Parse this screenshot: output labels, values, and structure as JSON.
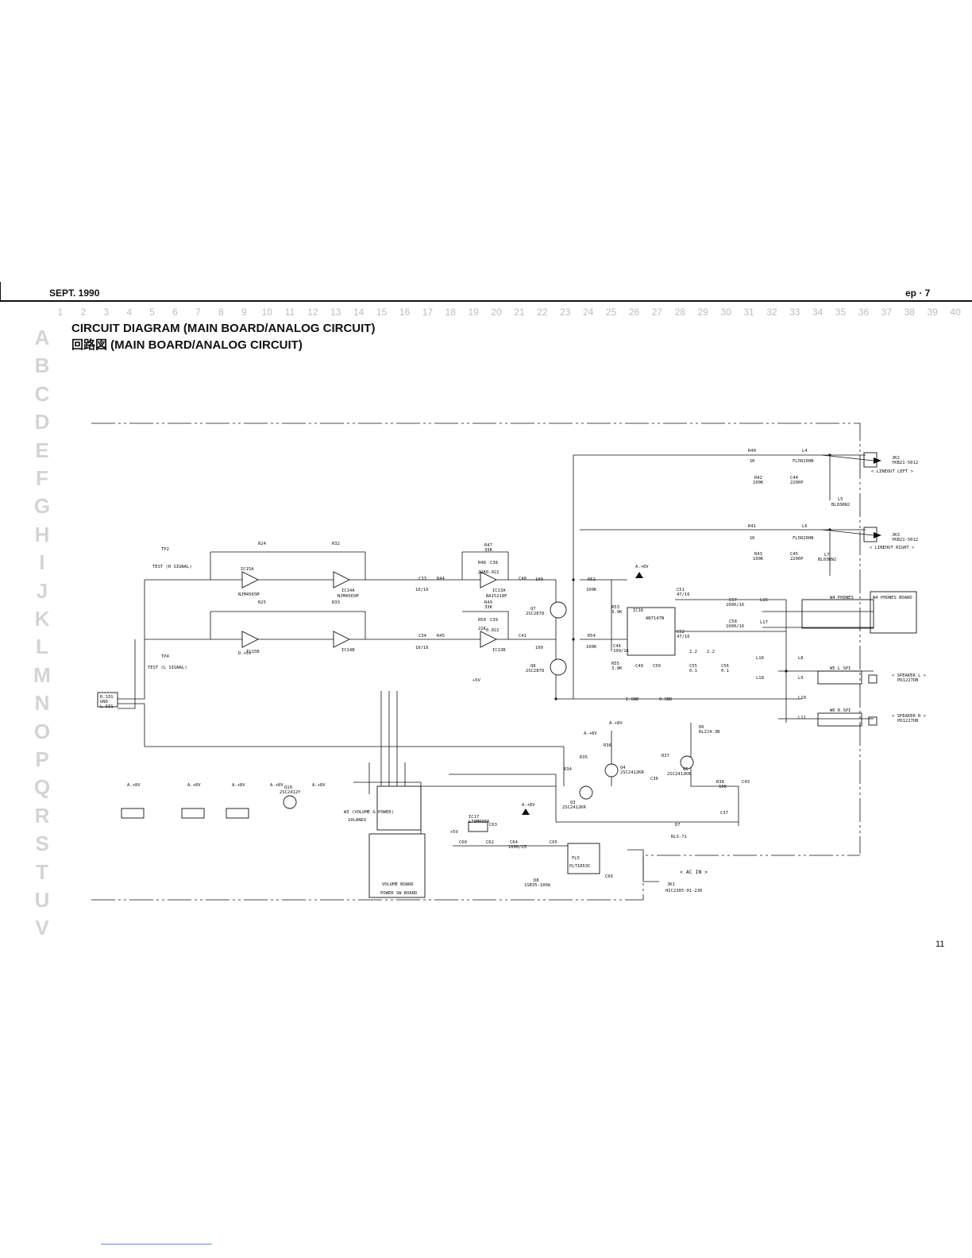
{
  "header": {
    "date": "SEPT. 1990",
    "page": "ep · 7"
  },
  "grid": {
    "columns": [
      "1",
      "2",
      "3",
      "4",
      "5",
      "6",
      "7",
      "8",
      "9",
      "10",
      "11",
      "12",
      "13",
      "14",
      "15",
      "16",
      "17",
      "18",
      "19",
      "20",
      "21",
      "22",
      "23",
      "24",
      "25",
      "26",
      "27",
      "28",
      "29",
      "30",
      "31",
      "32",
      "33",
      "34",
      "35",
      "36",
      "37",
      "38",
      "39",
      "40"
    ],
    "rows": [
      "A",
      "B",
      "C",
      "D",
      "E",
      "F",
      "G",
      "H",
      "I",
      "J",
      "K",
      "L",
      "M",
      "N",
      "O",
      "P",
      "Q",
      "R",
      "S",
      "T",
      "U",
      "V"
    ]
  },
  "title": {
    "line1": "CIRCUIT DIAGRAM (MAIN BOARD/ANALOG CIRCUIT)",
    "line2": "回路図 (MAIN BOARD/ANALOG CIRCUIT)"
  },
  "page_number": "11",
  "components": {
    "ic15a": "IC15A",
    "ic15b": "IC15B",
    "ic14a": "IC14A",
    "ic14b": "IC14B",
    "ic13a": "IC13A",
    "ic13b": "IC13B",
    "ic16": "IC16",
    "ic16_part": "AN7147N",
    "ic13_part": "BA15218F",
    "ic14_part": "NJM4565M",
    "ic15_part": "NJM4565M",
    "ic17": "IC17",
    "ic17_part": "L78MR05R",
    "fl5": "FL5",
    "fl5_part": "PLT1R53C",
    "q7": "Q7",
    "q7_part": "2SC2878",
    "q8": "Q8",
    "q8_part": "2SC2878",
    "q3": "Q3",
    "q3_part": "2SC2412KR",
    "q4": "Q4",
    "q4_part": "2SC2412KR",
    "q5": "Q5",
    "q5_part": "2SC2412KR",
    "q10": "Q10",
    "q10_part": "2SC2412Y",
    "d6": "D6",
    "d6_part": "RLZJ4.3B",
    "d7": "D7",
    "d7_part": "RLS-71",
    "d8": "D8",
    "d8_part": "1SR35-100A",
    "l4": "L4",
    "l4_part": "FL5R200N",
    "l6": "L6",
    "l6_part": "FL5R200N",
    "l5": "L5",
    "l7": "L7",
    "bl03": "BL03RN2",
    "l8": "L8",
    "l9": "L9",
    "l10": "L10",
    "l11": "L11",
    "l15": "L15",
    "l16": "L16",
    "l17": "L17",
    "l18": "L18",
    "r40": "R40",
    "r41": "R41",
    "r42": "R42",
    "r43": "R43",
    "v1k": "1K",
    "v100k": "100K",
    "c44": "C44",
    "c45": "C45",
    "v2200p": "2200P",
    "jk2": "JK2",
    "jk2_part": "YKB21-5012",
    "jk3": "JK3",
    "jk3_part": "YKB21-5012",
    "lineout_left": "< LINEOUT LEFT >",
    "lineout_right": "< LINEOUT RIGHT >",
    "w4": "W4 PHONES",
    "w4_board": "W4 PHONES BOARD",
    "w5": "W5 L SPI",
    "w6": "W6 R SPI",
    "speaker_l": "< SPEAKER L >",
    "speaker_r": "< SPEAKER R >",
    "spk_part": "PD1227DB",
    "jk1": "JK1",
    "jk1_part": "HIC2305-01-230",
    "ac_in": "< AC IN >",
    "w3": "W3 (VOLUME & POWER)",
    "w3_lands": "10LANDS",
    "volume_board": "VOLUME BOARD",
    "power_board": "POWER SW BOARD",
    "tp2": "TP2",
    "tp4": "TP4",
    "test_r": "TEST (R SIGNAL)",
    "test_l": "TEST (L SIGNAL)",
    "a8v": "A.+8V",
    "d5v": "D.+5V",
    "p5v": "+5V",
    "i_gnd": "I.GND",
    "o_gnd": "O.GND",
    "rsig": "R.SIG",
    "gnd": "GND",
    "lsig": "L.SIG",
    "r24": "R24",
    "r25": "R25",
    "r32": "R32",
    "r33": "R33",
    "r44": "R44",
    "r45": "R45",
    "r47": "R47",
    "r48": "R48",
    "r49": "R49",
    "r50": "R50",
    "r52": "R52",
    "r53": "R53",
    "r54": "R54",
    "r55": "R55",
    "c33": "C33",
    "c34": "C34",
    "c40": "C40",
    "c41": "C41",
    "c38": "C38",
    "c39": "C39",
    "c46": "C46",
    "c49": "C49",
    "c50": "C50",
    "c51": "C51",
    "c52": "C52",
    "c57": "C57",
    "c58": "C58",
    "c55": "C55",
    "c56": "C56",
    "c63": "C63",
    "c64": "C64",
    "c65": "C65",
    "c66": "C66",
    "c60": "C60",
    "c62": "C62",
    "r34": "R34",
    "r35": "R35",
    "r36": "R36",
    "r37": "R37",
    "r38": "R38",
    "c36": "C36",
    "c37": "C37",
    "c43": "C43",
    "v33k": "33K",
    "v22k": "22K",
    "v10k": "10K",
    "v100": "100",
    "v3_9k": "3.9K",
    "v0022": "0.022",
    "v10_16": "10/16",
    "v47_16": "47/16",
    "v1000_16": "1000/16",
    "v100_16": "100/16",
    "v1000_25": "1000/25",
    "v0_1": "0.1",
    "v2_2": "2.2"
  }
}
